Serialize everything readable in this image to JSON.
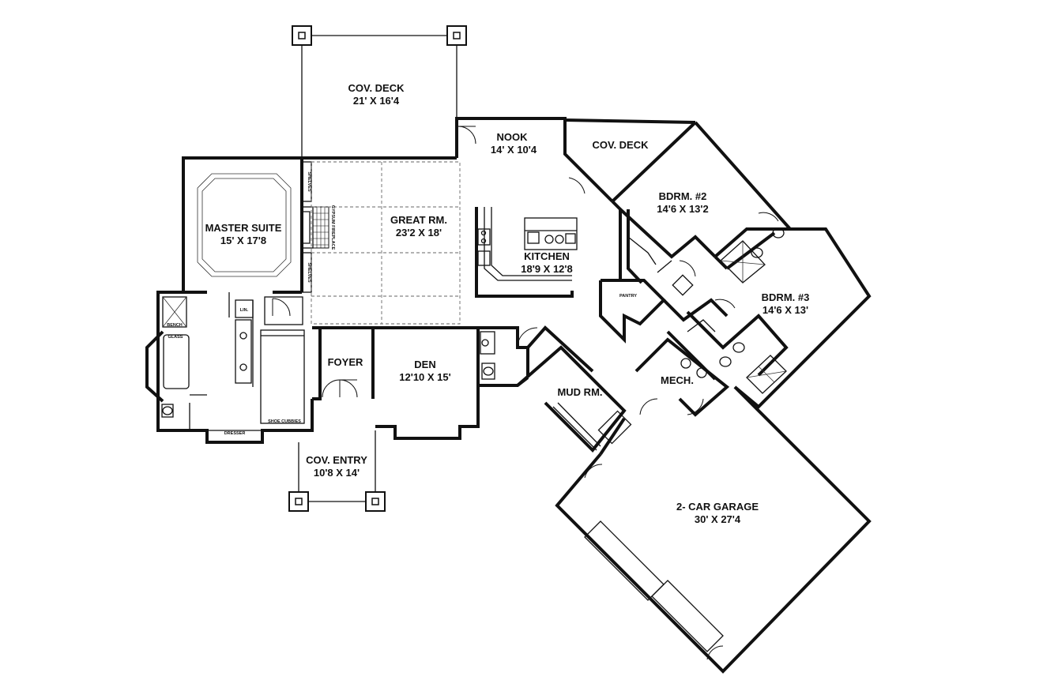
{
  "rooms": {
    "cov_deck_rear": {
      "name": "COV. DECK",
      "size": "21' X 16'4"
    },
    "nook": {
      "name": "NOOK",
      "size": "14' X 10'4"
    },
    "cov_deck_side": {
      "name": "COV. DECK"
    },
    "master_suite": {
      "name": "MASTER SUITE",
      "size": "15' X 17'8"
    },
    "great_room": {
      "name": "GREAT RM.",
      "size": "23'2 X 18'"
    },
    "kitchen": {
      "name": "KITCHEN",
      "size": "18'9 X 12'8"
    },
    "bedroom2": {
      "name": "BDRM. #2",
      "size": "14'6 X 13'2"
    },
    "bedroom3": {
      "name": "BDRM. #3",
      "size": "14'6 X 13'"
    },
    "foyer": {
      "name": "FOYER"
    },
    "den": {
      "name": "DEN",
      "size": "12'10 X 15'"
    },
    "mud_room": {
      "name": "MUD RM."
    },
    "mech": {
      "name": "MECH."
    },
    "cov_entry": {
      "name": "COV. ENTRY",
      "size": "10'8 X 14'"
    },
    "garage": {
      "name": "2- CAR GARAGE",
      "size": "30' X 27'4"
    }
  },
  "small_labels": {
    "shelves_top": "SHELVES",
    "shelves_bottom": "SHELVES",
    "fireplace": "GYPSUM FIREPLACE",
    "pantry": "PANTRY",
    "linen": "LIN.",
    "bench": "BENCH",
    "glass": "GLASS",
    "dresser": "DRESSER",
    "shoe_cubbies": "SHOE CUBBIES"
  }
}
